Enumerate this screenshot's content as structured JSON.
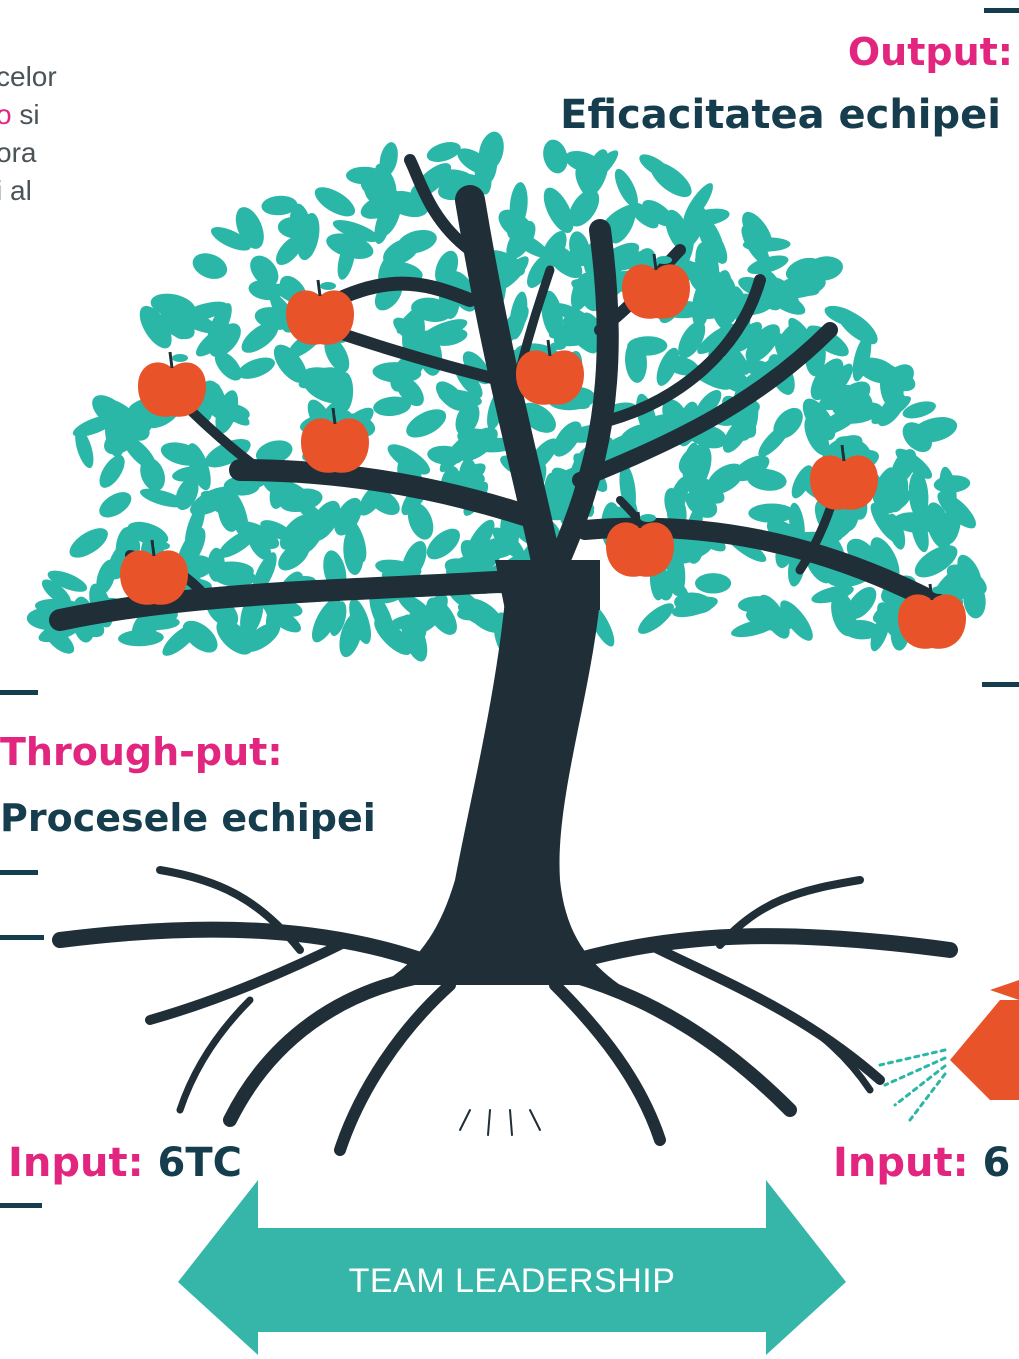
{
  "text_fragment": {
    "lines": [
      "celor",
      "si",
      "ora",
      "i al"
    ],
    "highlight": "o"
  },
  "labels": {
    "output_tag": "Output:",
    "output_value": "Eficacitatea echipei",
    "throughput_tag": "Through-put:",
    "throughput_value": "Procesele echipei",
    "input_left_tag": "Input:",
    "input_left_value": "6TC",
    "input_right_tag": "Input:",
    "input_right_value": "6"
  },
  "arrow": {
    "label": "TEAM LEADERSHIP"
  },
  "colors": {
    "leaf": "#2bb7a8",
    "apple": "#e8532a",
    "trunk": "#1f2e37",
    "accent_pink": "#e2267f",
    "navy": "#153d4d",
    "watering_can": "#e8532a"
  }
}
